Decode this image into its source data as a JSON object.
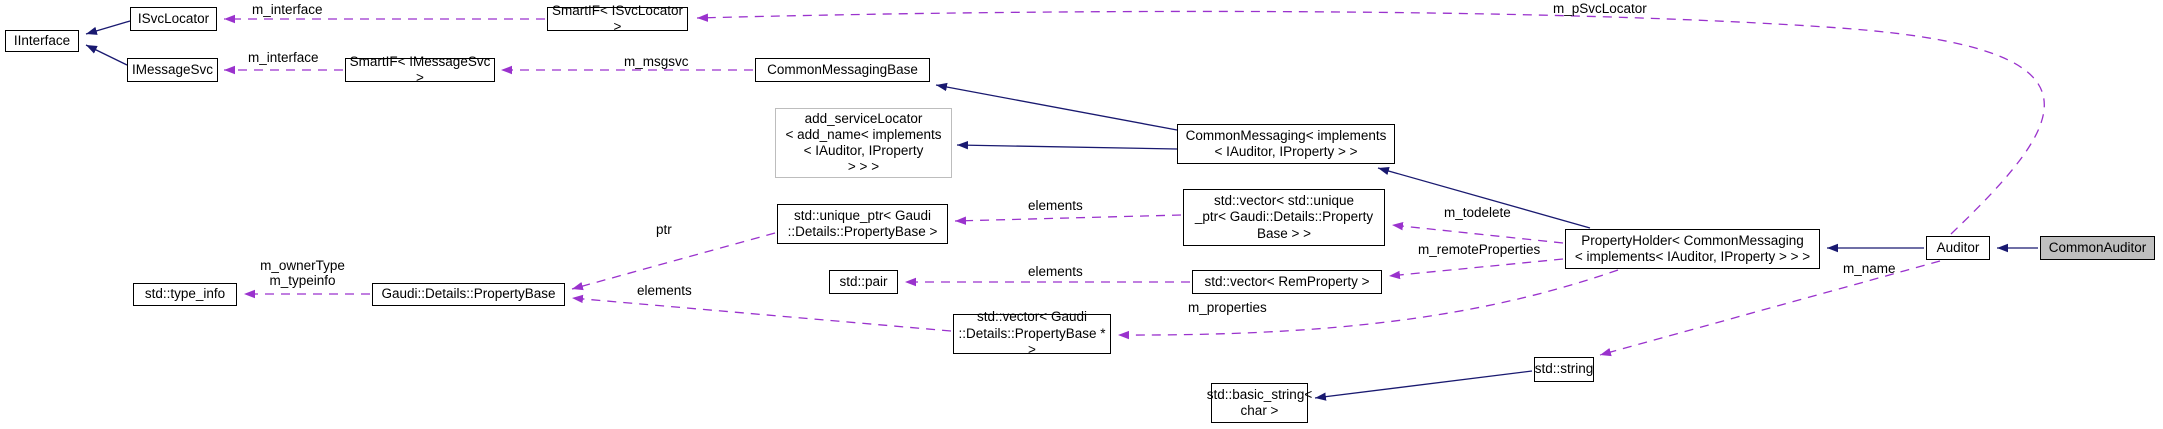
{
  "diagram": {
    "type": "collaboration-graph",
    "nodes": {
      "iinterface": {
        "label": "IInterface"
      },
      "isvclocator": {
        "label": "ISvcLocator"
      },
      "imessagesvc": {
        "label": "IMessageSvc"
      },
      "smartif_isvclocator": {
        "label": "SmartIF< ISvcLocator >"
      },
      "smartif_imessagesvc": {
        "label": "SmartIF< IMessageSvc >"
      },
      "commonmessagingbase": {
        "label": "CommonMessagingBase"
      },
      "add_servicelocator": {
        "label": "add_serviceLocator\n< add_name< implements\n< IAuditor, IProperty\n> > >"
      },
      "commonmessaging": {
        "label": "CommonMessaging< implements\n< IAuditor, IProperty > >"
      },
      "unique_ptr": {
        "label": "std::unique_ptr< Gaudi\n::Details::PropertyBase >"
      },
      "vector_unique_ptr": {
        "label": "std::vector< std::unique\n_ptr< Gaudi::Details::Property\nBase > >"
      },
      "std_pair": {
        "label": "std::pair"
      },
      "vector_remproperty": {
        "label": "std::vector< RemProperty >"
      },
      "vector_propertybase": {
        "label": "std::vector< Gaudi\n::Details::PropertyBase * >"
      },
      "gaudi_propertybase": {
        "label": "Gaudi::Details::PropertyBase"
      },
      "type_info": {
        "label": "std::type_info"
      },
      "propertyholder": {
        "label": "PropertyHolder< CommonMessaging\n< implements< IAuditor, IProperty > > >"
      },
      "auditor": {
        "label": "Auditor"
      },
      "commonauditor": {
        "label": "CommonAuditor"
      },
      "std_string": {
        "label": "std::string"
      },
      "basic_string": {
        "label": "std::basic_string<\nchar >"
      }
    },
    "edge_labels": {
      "m_interface_top": "m_interface",
      "m_interface_mid": "m_interface",
      "m_psvclocator": "m_pSvcLocator",
      "m_msgsvc": "m_msgsvc",
      "ptr": "ptr",
      "elements_unique": "elements",
      "elements_pair": "elements",
      "elements_propertybase": "elements",
      "m_todelete": "m_todelete",
      "m_remoteproperties": "m_remoteProperties",
      "m_properties": "m_properties",
      "m_ownertype_typeinfo": "m_ownerType\nm_typeinfo",
      "m_name": "m_name"
    },
    "colors": {
      "inheritance_edge": "#191970",
      "usage_edge": "#9a32cd",
      "node_border": "#000000",
      "truncated_node_border": "#bdbdbd",
      "current_node_fill": "#bfbfbf",
      "background": "#ffffff"
    }
  }
}
